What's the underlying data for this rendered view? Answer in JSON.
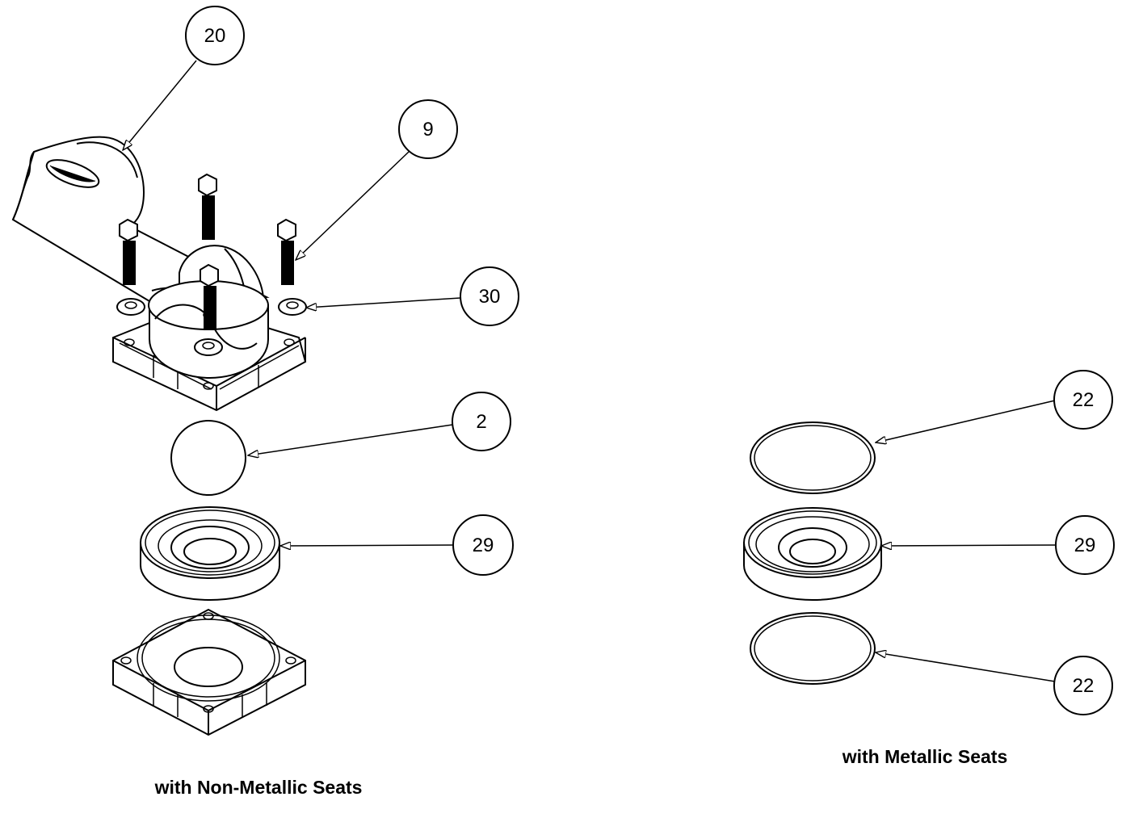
{
  "callouts": [
    {
      "id": "c20",
      "label": "20"
    },
    {
      "id": "c9",
      "label": "9"
    },
    {
      "id": "c30",
      "label": "30"
    },
    {
      "id": "c2",
      "label": "2"
    },
    {
      "id": "c29a",
      "label": "29"
    },
    {
      "id": "c22a",
      "label": "22"
    },
    {
      "id": "c29b",
      "label": "29"
    },
    {
      "id": "c22b",
      "label": "22"
    }
  ],
  "captions": {
    "non_metallic": "with Non-Metallic Seats",
    "metallic": "with Metallic Seats"
  }
}
